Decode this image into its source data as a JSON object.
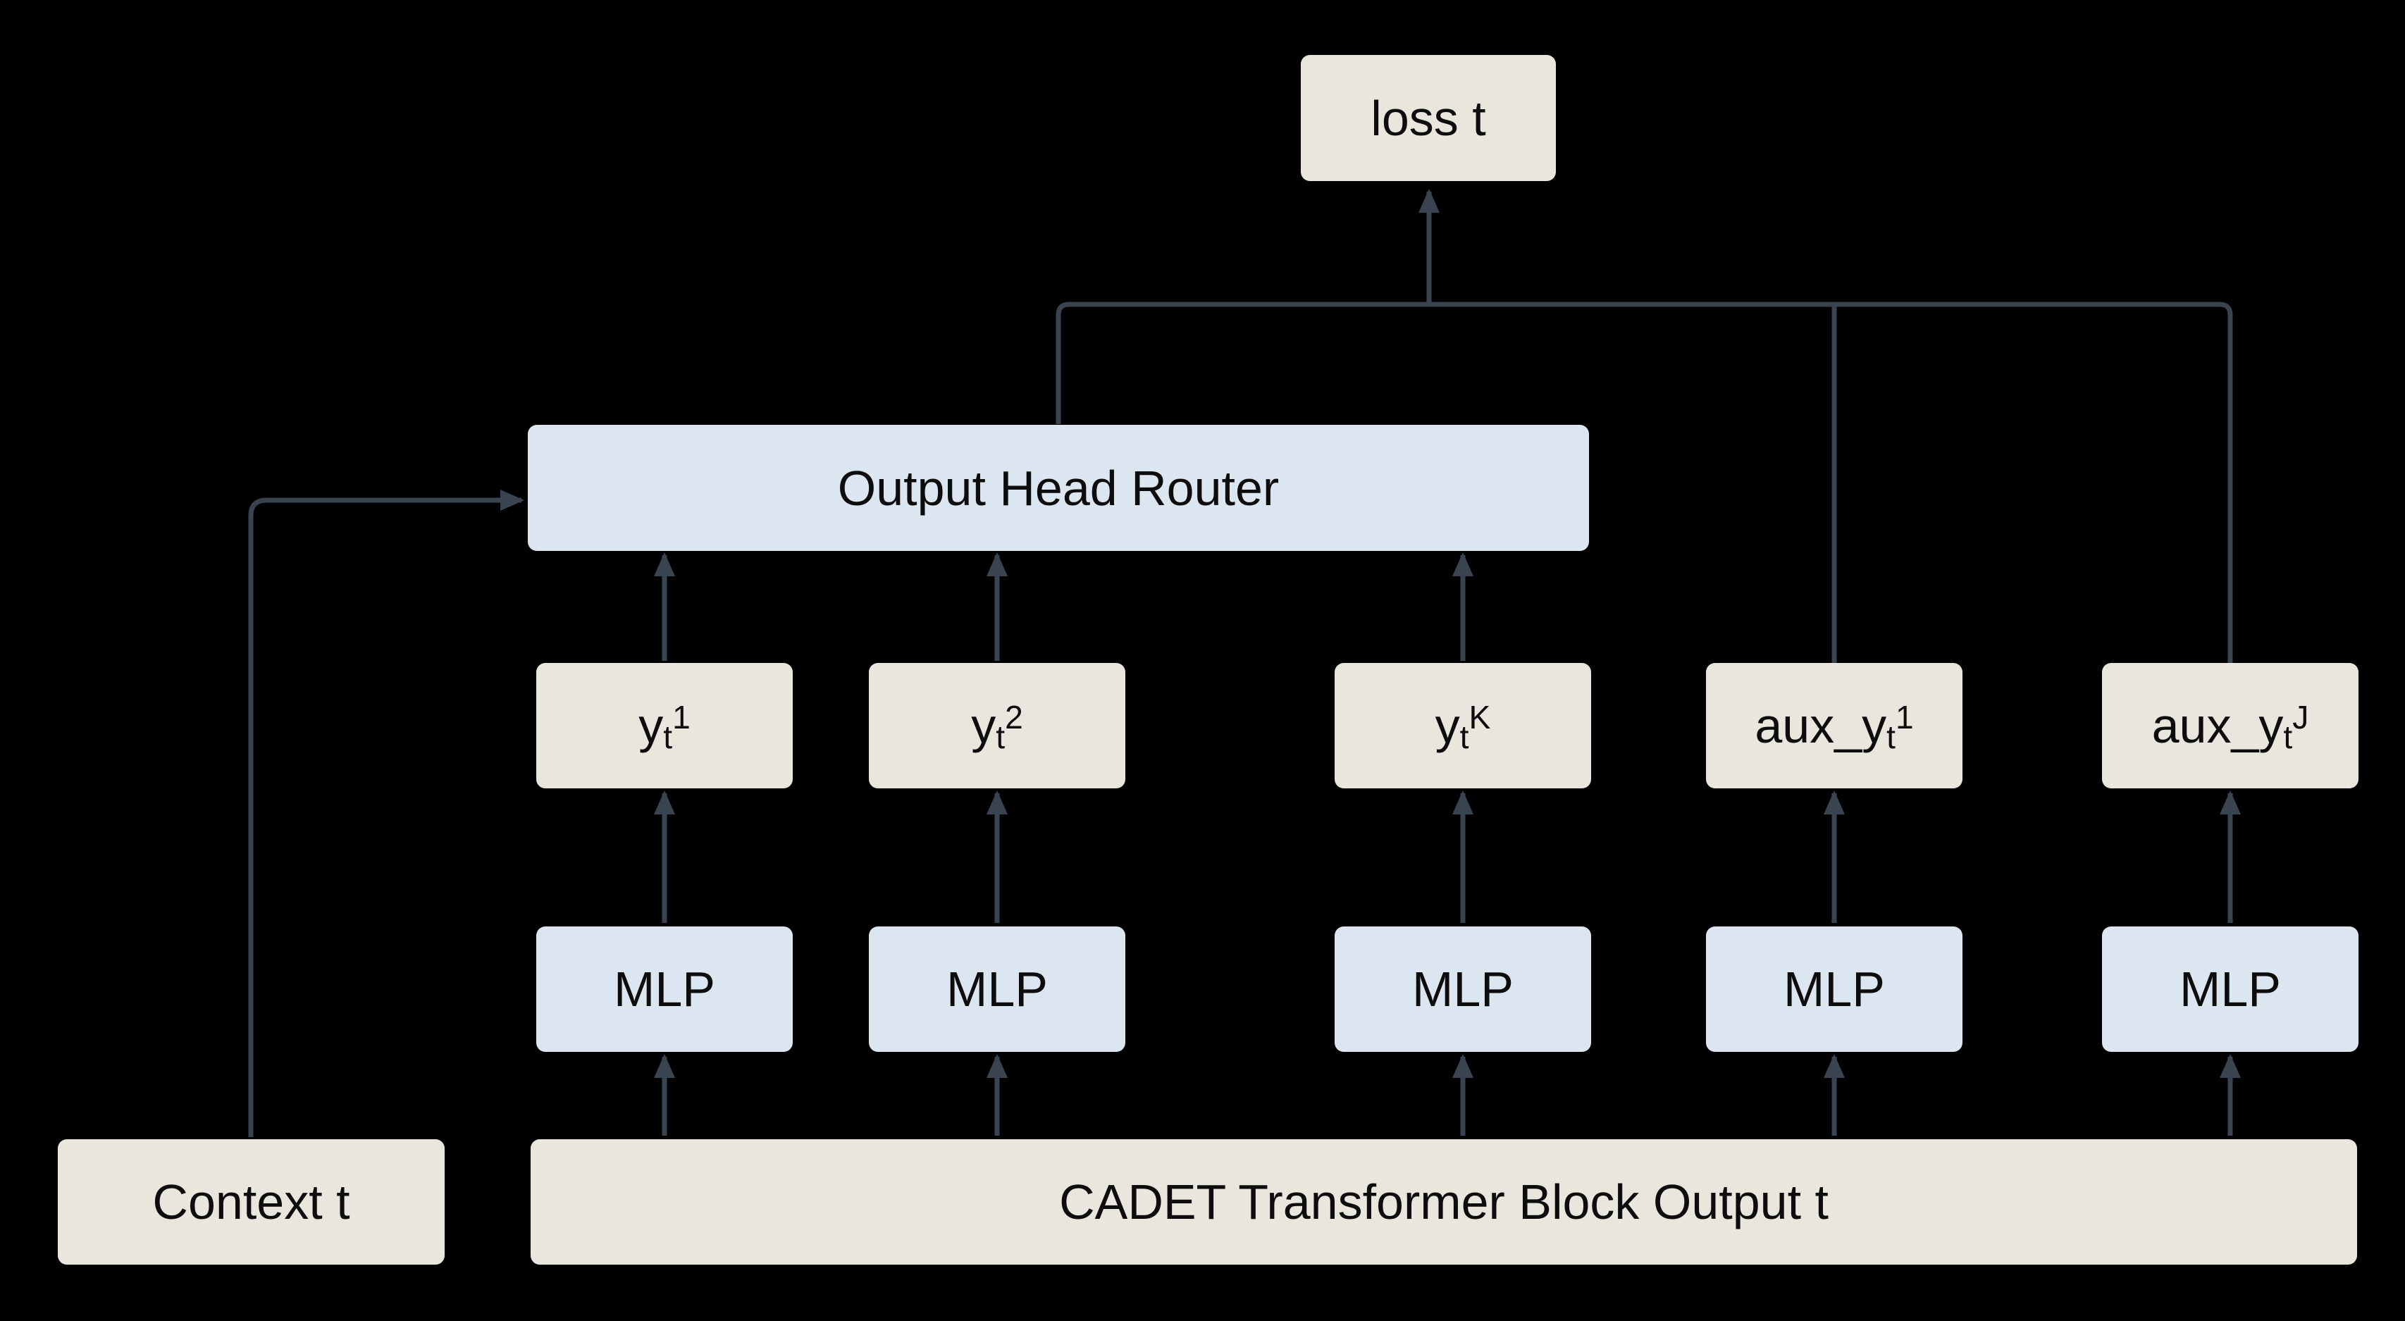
{
  "colors": {
    "background": "#000000",
    "node_cream": "#E9E6DD",
    "node_blue": "#DCE6F1",
    "connector": "#3A4450",
    "text": "#0D0D0D"
  },
  "nodes": {
    "loss": {
      "label": "loss t"
    },
    "router": {
      "label": "Output Head Router"
    },
    "context": {
      "label": "Context t"
    },
    "trunk": {
      "label": "CADET Transformer Block Output t"
    },
    "mlp": {
      "label": "MLP"
    },
    "heads": [
      {
        "base": "y",
        "sub": "t",
        "sup": "1"
      },
      {
        "base": "y",
        "sub": "t",
        "sup": "2"
      },
      {
        "base": "y",
        "sub": "t",
        "sup": "K"
      },
      {
        "base": "aux_y",
        "sub": "t",
        "sup": "1"
      },
      {
        "base": "aux_y",
        "sub": "t",
        "sup": "J"
      }
    ]
  }
}
